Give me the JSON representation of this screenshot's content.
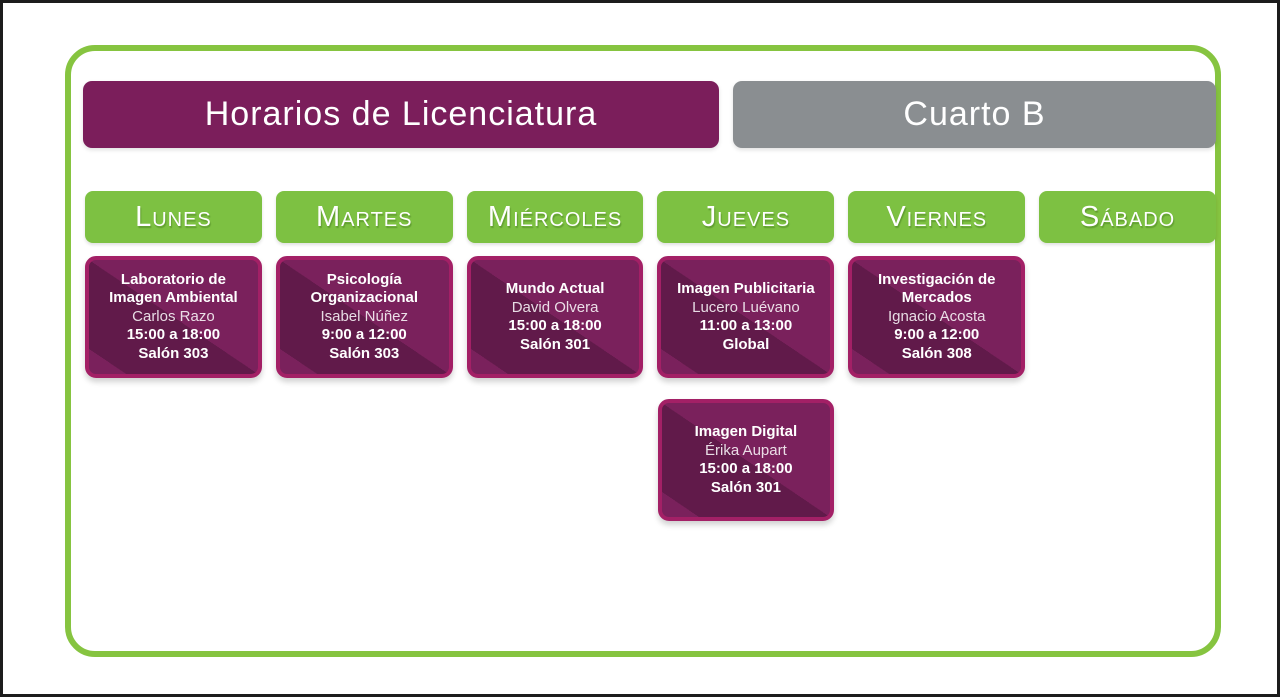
{
  "header": {
    "title": "Horarios de Licenciatura",
    "group": "Cuarto B"
  },
  "colors": {
    "frame_green": "#86c440",
    "day_green": "#7dc142",
    "title_purple": "#7b1e5b",
    "title_gray": "#8a8e91",
    "card_border": "#a32066",
    "card_dark": "#611a4a",
    "card_light": "#7a215c",
    "text": "#ffffff"
  },
  "days": [
    {
      "label": "Lunes",
      "classes": [
        {
          "subject": "Laboratorio de Imagen Ambiental",
          "teacher": "Carlos Razo",
          "time": "15:00 a 18:00",
          "room": "Salón 303"
        }
      ]
    },
    {
      "label": "Martes",
      "classes": [
        {
          "subject": "Psicología Organizacional",
          "teacher": "Isabel Núñez",
          "time": "9:00 a 12:00",
          "room": "Salón 303"
        }
      ]
    },
    {
      "label": "Miércoles",
      "classes": [
        {
          "subject": "Mundo Actual",
          "teacher": "David Olvera",
          "time": "15:00 a 18:00",
          "room": "Salón 301"
        }
      ]
    },
    {
      "label": "Jueves",
      "classes": [
        {
          "subject": "Imagen Publicitaria",
          "teacher": "Lucero Luévano",
          "time": "11:00 a 13:00",
          "room": "Global"
        },
        {
          "subject": "Imagen Digital",
          "teacher": "Érika Aupart",
          "time": "15:00 a 18:00",
          "room": "Salón 301"
        }
      ]
    },
    {
      "label": "Viernes",
      "classes": [
        {
          "subject": "Investigación de Mercados",
          "teacher": "Ignacio Acosta",
          "time": "9:00 a 12:00",
          "room": "Salón 308"
        }
      ]
    },
    {
      "label": "Sábado",
      "classes": []
    }
  ]
}
